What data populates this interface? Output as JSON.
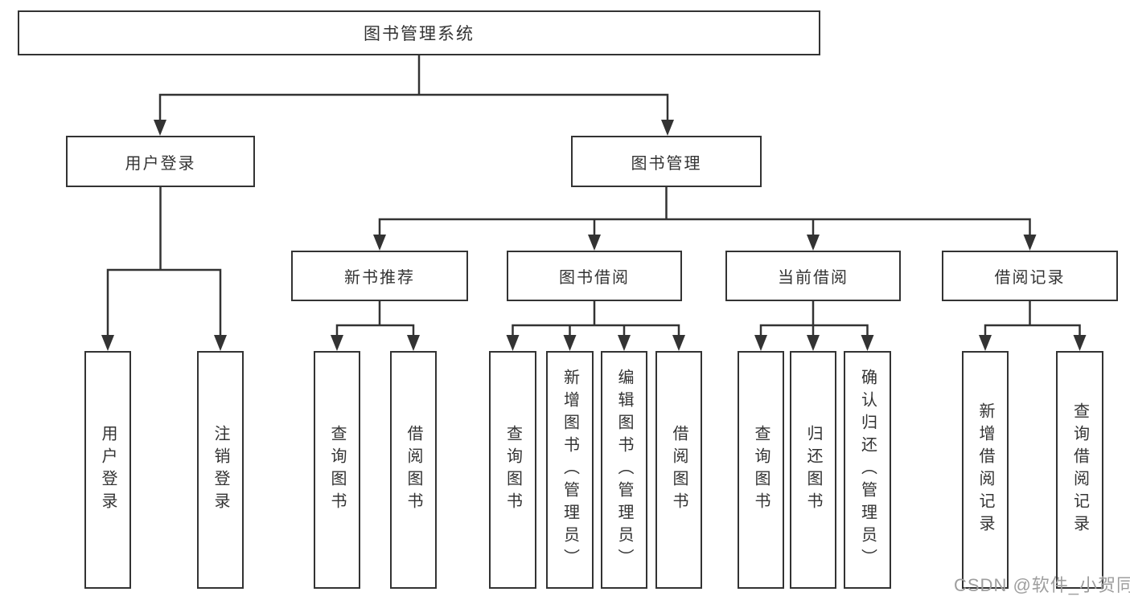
{
  "diagram": {
    "title": "图书管理系统",
    "level2": {
      "user_login": "用户登录",
      "book_mgmt": "图书管理"
    },
    "level3": {
      "new_books": "新书推荐",
      "borrowing": "图书借阅",
      "current": "当前借阅",
      "records": "借阅记录"
    },
    "leaves": {
      "user_login_children": [
        "用户登录",
        "注销登录"
      ],
      "new_books_children": [
        "查询图书",
        "借阅图书"
      ],
      "borrowing_children": [
        "查询图书",
        "新增图书（管理员）",
        "编辑图书（管理员）",
        "借阅图书"
      ],
      "current_children": [
        "查询图书",
        "归还图书",
        "确认归还（管理员）"
      ],
      "records_children": [
        "新增借阅记录",
        "查询借阅记录"
      ]
    },
    "colors": {
      "line": "#333333",
      "box_border": "#333333",
      "box_fill": "#ffffff",
      "text": "#333333",
      "watermark": "#9e9e9e"
    }
  },
  "watermark": {
    "text": "CSDN @软件_小贺同学"
  }
}
